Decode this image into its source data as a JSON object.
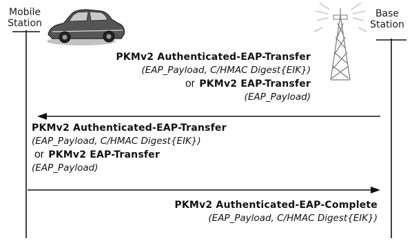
{
  "actors": {
    "mobile": {
      "line1": "Mobile",
      "line2": "Station"
    },
    "base": {
      "line1": "Base",
      "line2": "Station"
    }
  },
  "messages": [
    {
      "direction": "base-to-mobile",
      "title": "PKMv2 Authenticated-EAP-Transfer",
      "params": "(EAP_Payload, C/HMAC Digest{EIK})",
      "or_word": "or",
      "alt_title": "PKMv2 EAP-Transfer",
      "alt_params": "(EAP_Payload)"
    },
    {
      "direction": "mobile-to-base",
      "title": "PKMv2 Authenticated-EAP-Transfer",
      "params": "(EAP_Payload, C/HMAC Digest{EIK})",
      "or_word": "or",
      "alt_title": "PKMv2 EAP-Transfer",
      "alt_params": "(EAP_Payload)"
    },
    {
      "direction": "mobile-to-base",
      "title": "PKMv2 Authenticated-EAP-Complete",
      "params": "(EAP_Payload, C/HMAC Digest{EIK})"
    }
  ],
  "icons": {
    "mobile": "car-icon",
    "base": "antenna-tower-icon"
  },
  "colors": {
    "line": "#111111",
    "car_body": "#555555",
    "car_shadow": "#9a9a9a",
    "tower": "#777777",
    "signal": "#c8c8c8"
  }
}
